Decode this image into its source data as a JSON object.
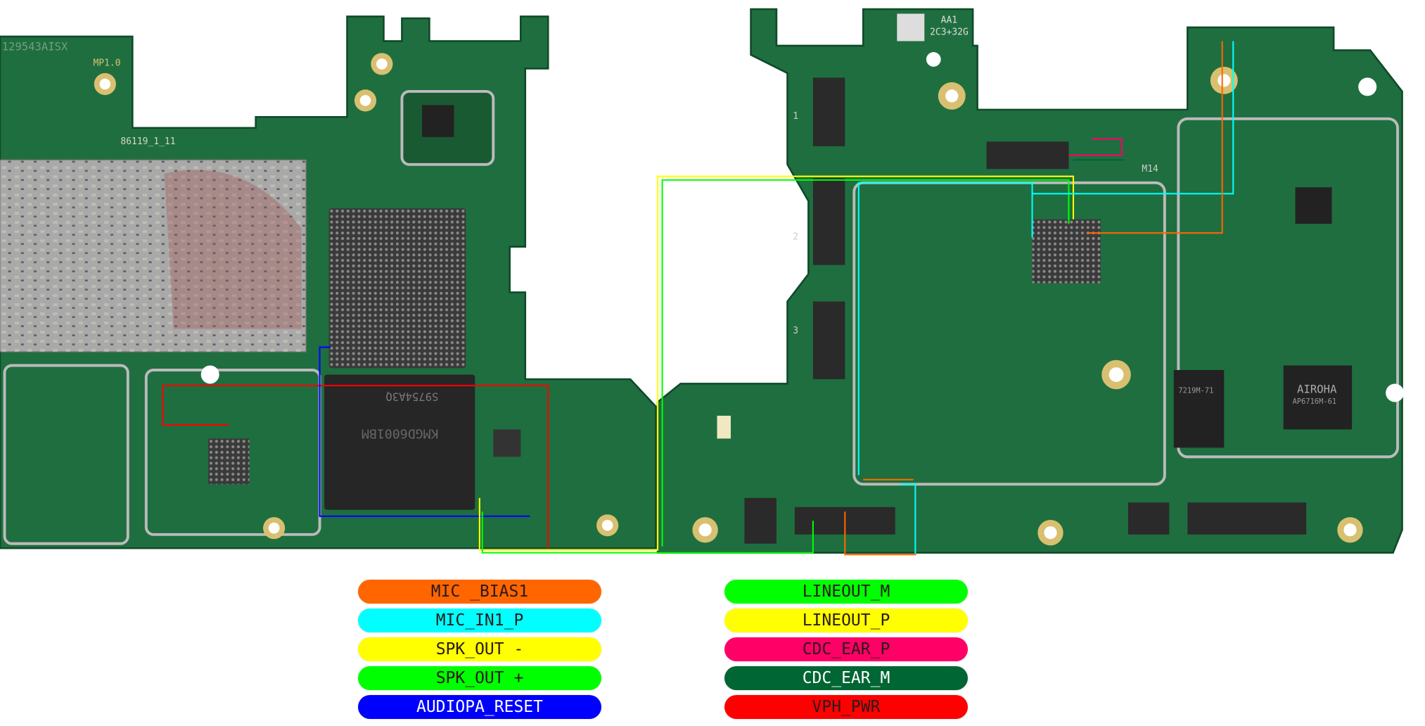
{
  "legend": {
    "left": [
      {
        "label": "MIC _BIAS1",
        "color": "#ff6600"
      },
      {
        "label": "MIC_IN1_P",
        "color": "#00ffff"
      },
      {
        "label": "SPK_OUT -",
        "color": "#ffff00"
      },
      {
        "label": "SPK_OUT +",
        "color": "#00ff00"
      },
      {
        "label": "AUDIOPA_RESET",
        "color": "#0000ff"
      }
    ],
    "right": [
      {
        "label": "LINEOUT_M",
        "color": "#00ff00"
      },
      {
        "label": "LINEOUT_P",
        "color": "#ffff00"
      },
      {
        "label": "CDC_EAR_P",
        "color": "#ff0066"
      },
      {
        "label": "CDC_EAR_M",
        "color": "#006633"
      },
      {
        "label": "VPH_PWR",
        "color": "#ff0000"
      }
    ]
  },
  "board_markings": {
    "left_top": "129543AISX",
    "left_rev": "MP1.0",
    "left_code": "86119_1_11",
    "chip_emmc": "KMGD6001BM",
    "chip_label": "S9754A3Q",
    "right_top": "AA1",
    "right_mem": "2C3+32G",
    "right_m14": "M14",
    "chip_airoha": "AIROHA",
    "chip_airoha_part": "AP6716M-61",
    "chip_7219": "7219M-71",
    "connector_1": "1",
    "connector_2": "2",
    "connector_3": "3"
  }
}
